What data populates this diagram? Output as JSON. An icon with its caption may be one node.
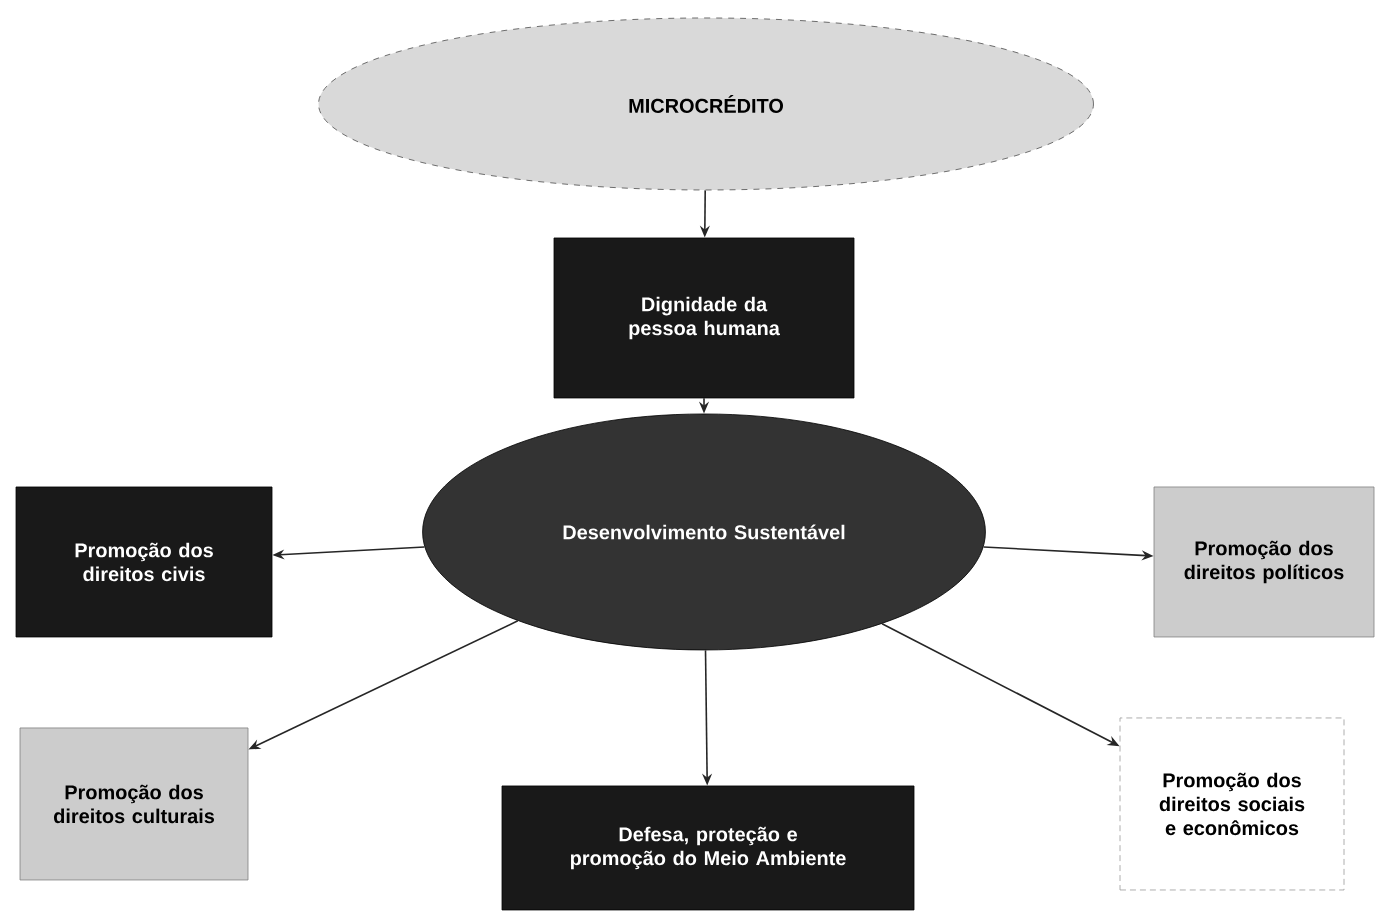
{
  "diagram": {
    "nodes": [
      {
        "text": [
          "MICROCRÉDITO"
        ]
      },
      {
        "text": [
          "Dignidade da pessoa humana"
        ]
      },
      {
        "text": [
          "Desenvolvimento Sustentável"
        ]
      },
      {
        "text": [
          "Promoção dos direitos civis"
        ]
      },
      {
        "text": [
          "Promoção dos direitos políticos"
        ]
      },
      {
        "text": [
          "Promoção dos direitos culturais"
        ]
      },
      {
        "text": [
          "Defesa, proteção e promoção do Meio Ambiente"
        ]
      },
      {
        "text": [
          "Promoção dos direitos sociais e econômicos"
        ]
      }
    ],
    "edges": [
      {
        "from": 0,
        "to": 1,
        "arrow": "to"
      },
      {
        "from": 1,
        "to": 2,
        "arrow": "to"
      },
      {
        "from": 2,
        "to": 3,
        "arrow": "to"
      },
      {
        "from": 2,
        "to": 4,
        "arrow": "to"
      },
      {
        "from": 2,
        "to": 5,
        "arrow": "to"
      },
      {
        "from": 2,
        "to": 6,
        "arrow": "to"
      },
      {
        "from": 2,
        "to": 7,
        "arrow": "to"
      }
    ]
  }
}
